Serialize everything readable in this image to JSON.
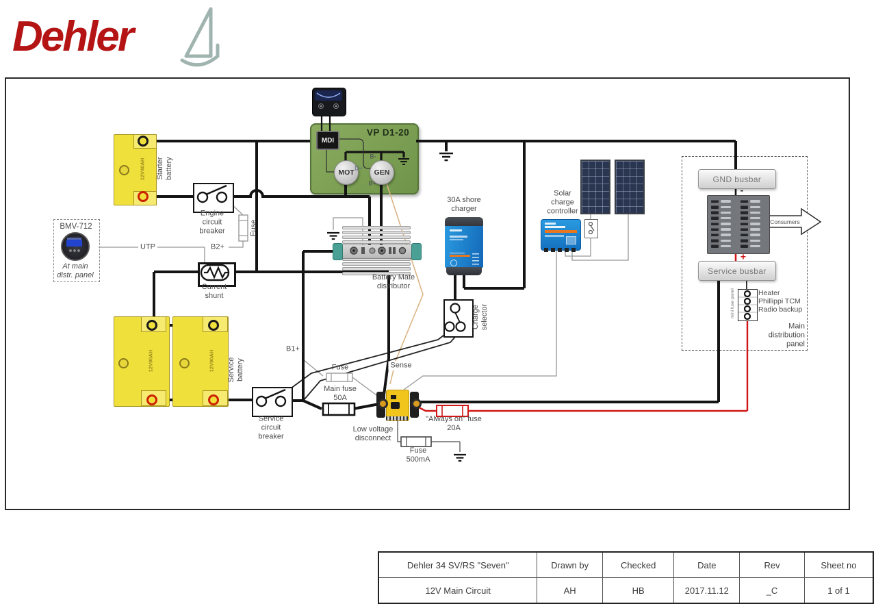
{
  "logo": {
    "brand": "Dehler"
  },
  "vp": {
    "title": "VP D1-20",
    "mdi": "MDI",
    "mot": "MOT",
    "gen": "GEN",
    "b_minus": "B-",
    "d_plus": "D+",
    "b_plus": "B+"
  },
  "batteries": {
    "starter": {
      "capacity": "12V40AH",
      "label": "Starter\nbattery"
    },
    "service": {
      "capacity": "12V90AH",
      "label": "Service\nbattery"
    }
  },
  "bmv": {
    "model": "BMV-712",
    "note": "At main\ndistr. panel"
  },
  "labels": {
    "utp": "UTP",
    "b2": "B2+",
    "b1": "B1+",
    "sense": "Sense",
    "fuse": "Fuse",
    "main_fuse": "Main fuse\n50A",
    "always_on_fuse": "\"Always on\" fuse\n20A",
    "fuse_500": "Fuse\n500mA",
    "engine_breaker": "Engine\ncircuit\nbreaker",
    "service_breaker": "Service\ncircuit\nbreaker",
    "current_shunt": "Current\nshunt",
    "low_voltage_disconnect": "Low voltage\ndisconnect",
    "charge_selector": "Charge\nselector",
    "shore_charger": "30A shore\ncharger",
    "solar_controller": "Solar\ncharge\ncontroller",
    "battery_mate": "Battery Mate\ndistributor",
    "minus": "-",
    "plus": "+"
  },
  "panel": {
    "gnd_busbar": "GND busbar",
    "service_busbar": "Service busbar",
    "consumers": "Consumers",
    "mini_fuse_panel": "mini fuse panel",
    "circuits": [
      "Heater",
      "Phillippi TCM",
      "Radio backup"
    ],
    "title": "Main\ndistribution\npanel"
  },
  "title_block": {
    "project": "Dehler 34 SV/RS \"Seven\"",
    "drawn_by_label": "Drawn by",
    "checked_label": "Checked",
    "date_label": "Date",
    "rev_label": "Rev",
    "sheet_label": "Sheet no",
    "subtitle": "12V Main Circuit",
    "drawn_by": "AH",
    "checked": "HB",
    "date": "2017.11.12",
    "rev": "_C",
    "sheet": "1 of 1"
  },
  "colors": {
    "brand_red": "#b41414",
    "wire_red": "#cf1717",
    "victron_blue": "#1b86dc",
    "vp_green": "#7da053",
    "battery_yellow": "#f0e03c"
  }
}
